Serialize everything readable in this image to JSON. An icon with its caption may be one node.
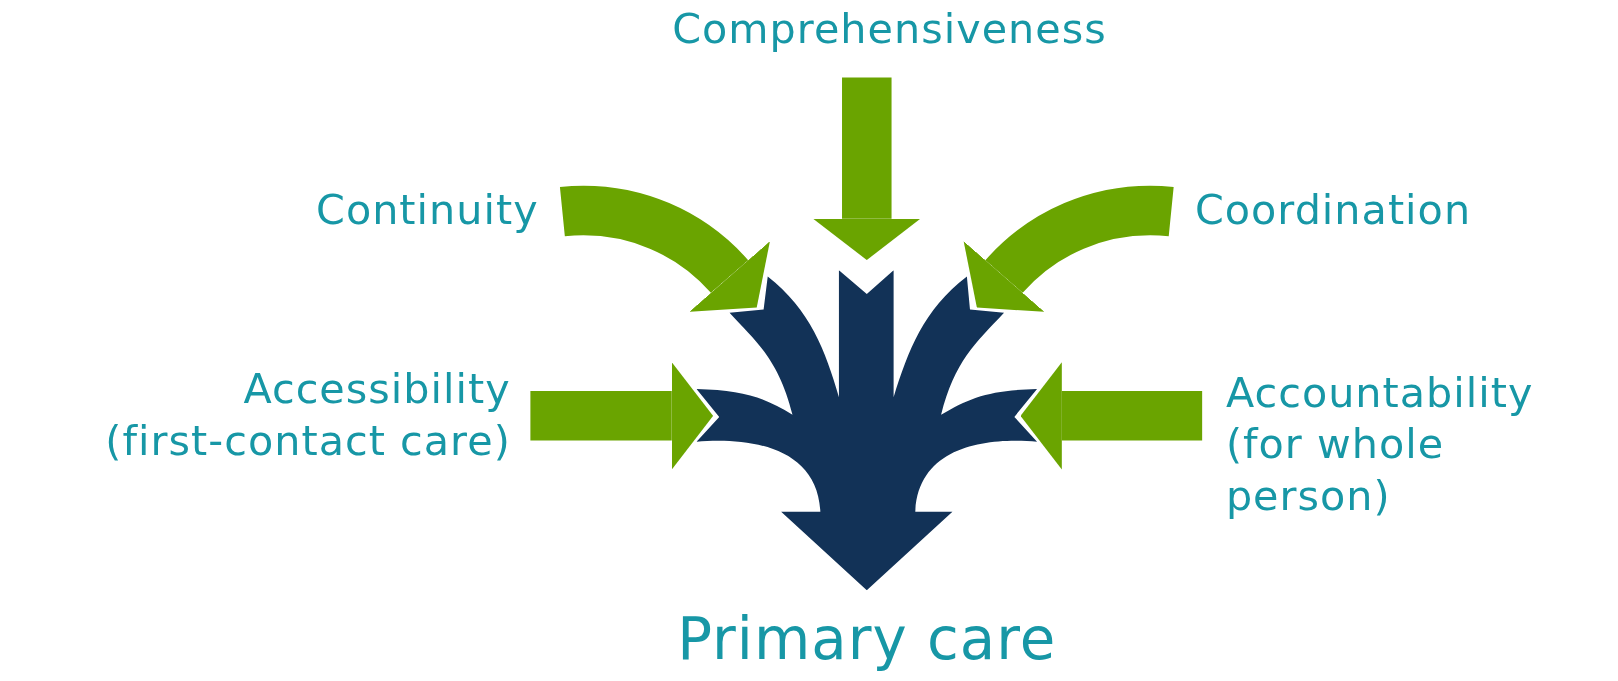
{
  "diagram": {
    "nodes": [
      {
        "text": [
          "Comprehensiveness"
        ]
      },
      {
        "text": [
          "Continuity"
        ]
      },
      {
        "text": [
          "Coordination"
        ]
      },
      {
        "text": [
          "Accessibility (first-contact care)"
        ]
      },
      {
        "text": [
          "Accountability (for whole person)"
        ]
      },
      {
        "text": [],
        "shape": "arrow",
        "beside": [
          "Primary care"
        ]
      }
    ],
    "edges": [
      {
        "from": 0,
        "to": 5,
        "arrow": "to"
      },
      {
        "from": 1,
        "to": 5,
        "arrow": "to"
      },
      {
        "from": 2,
        "to": 5,
        "arrow": "to"
      },
      {
        "from": 3,
        "to": 5,
        "arrow": "to"
      },
      {
        "from": 4,
        "to": 5,
        "arrow": "to"
      }
    ]
  }
}
